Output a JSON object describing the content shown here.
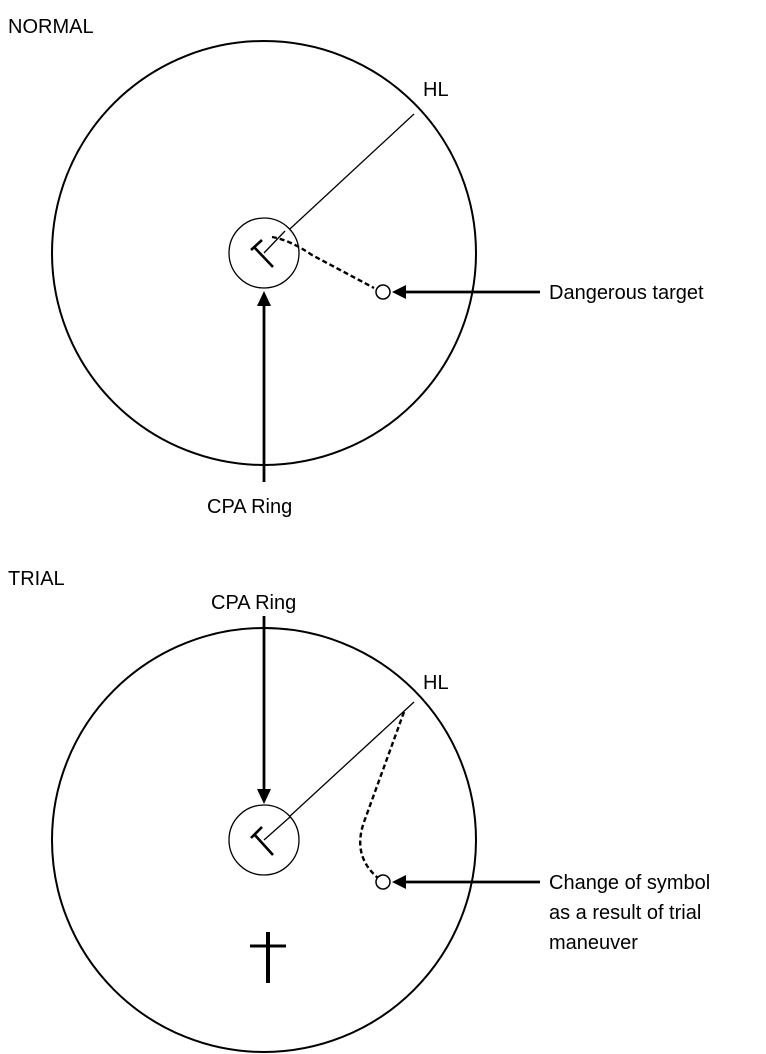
{
  "normal": {
    "section_title": "NORMAL",
    "heading_line_label": "HL",
    "target_label": "Dangerous target",
    "cpa_label": "CPA Ring"
  },
  "trial": {
    "section_title": "TRIAL",
    "heading_line_label": "HL",
    "cpa_label": "CPA Ring",
    "target_label_lines": [
      "Change of symbol",
      "as a result of trial",
      "maneuver"
    ]
  }
}
